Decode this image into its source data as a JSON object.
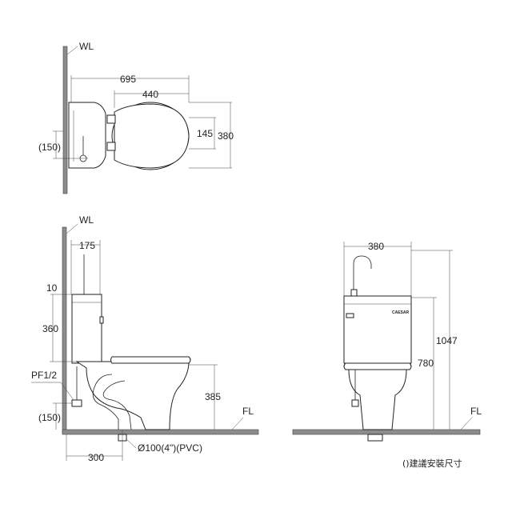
{
  "labels": {
    "wl_top": "WL",
    "wl_side": "WL",
    "fl_side": "FL",
    "fl_front": "FL",
    "pf": "PF1/2",
    "brand": "CAESAR",
    "note": "()建議安裝尺寸"
  },
  "top_view": {
    "d_695": "695",
    "d_440": "440",
    "d_145": "145",
    "d_380": "380",
    "d_150": "(150)"
  },
  "side_view": {
    "d_175": "175",
    "d_10": "10",
    "d_360": "360",
    "d_385": "385",
    "d_150": "(150)",
    "d_300": "300",
    "d_pipe": "Ø100(4\")(PVC)"
  },
  "front_view": {
    "d_380": "380",
    "d_1047": "1047",
    "d_780": "780"
  }
}
